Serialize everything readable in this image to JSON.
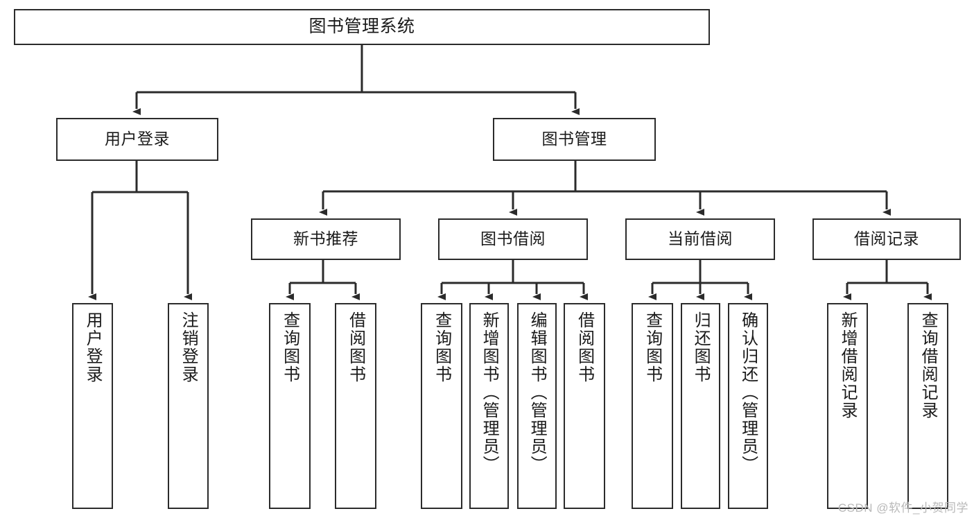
{
  "diagram": {
    "title": "图书管理系统",
    "type": "tree-hierarchy-chart",
    "root": {
      "label": "图书管理系统"
    },
    "level2": [
      {
        "label": "用户登录"
      },
      {
        "label": "图书管理"
      }
    ],
    "level3": [
      {
        "label": "新书推荐"
      },
      {
        "label": "图书借阅"
      },
      {
        "label": "当前借阅"
      },
      {
        "label": "借阅记录"
      }
    ],
    "leaves": [
      {
        "label": "用户登录",
        "parent": "用户登录"
      },
      {
        "label": "注销登录",
        "parent": "用户登录"
      },
      {
        "label": "查询图书",
        "parent": "新书推荐"
      },
      {
        "label": "借阅图书",
        "parent": "新书推荐"
      },
      {
        "label": "查询图书",
        "parent": "图书借阅"
      },
      {
        "label": "新增图书（管理员）",
        "parent": "图书借阅"
      },
      {
        "label": "编辑图书（管理员）",
        "parent": "图书借阅"
      },
      {
        "label": "借阅图书",
        "parent": "图书借阅"
      },
      {
        "label": "查询图书",
        "parent": "当前借阅"
      },
      {
        "label": "归还图书",
        "parent": "当前借阅"
      },
      {
        "label": "确认归还（管理员）",
        "parent": "当前借阅"
      },
      {
        "label": "新增借阅记录",
        "parent": "借阅记录"
      },
      {
        "label": "查询借阅记录",
        "parent": "借阅记录"
      }
    ]
  },
  "watermark": {
    "text": "CSDN @软件_小贺同学"
  },
  "colors": {
    "box_border": "#2b2b2b",
    "box_fill": "#ffffff",
    "connector": "#2b2b2b",
    "text": "#1a1a1a",
    "watermark": "#b9b9b9",
    "background": "#ffffff"
  }
}
